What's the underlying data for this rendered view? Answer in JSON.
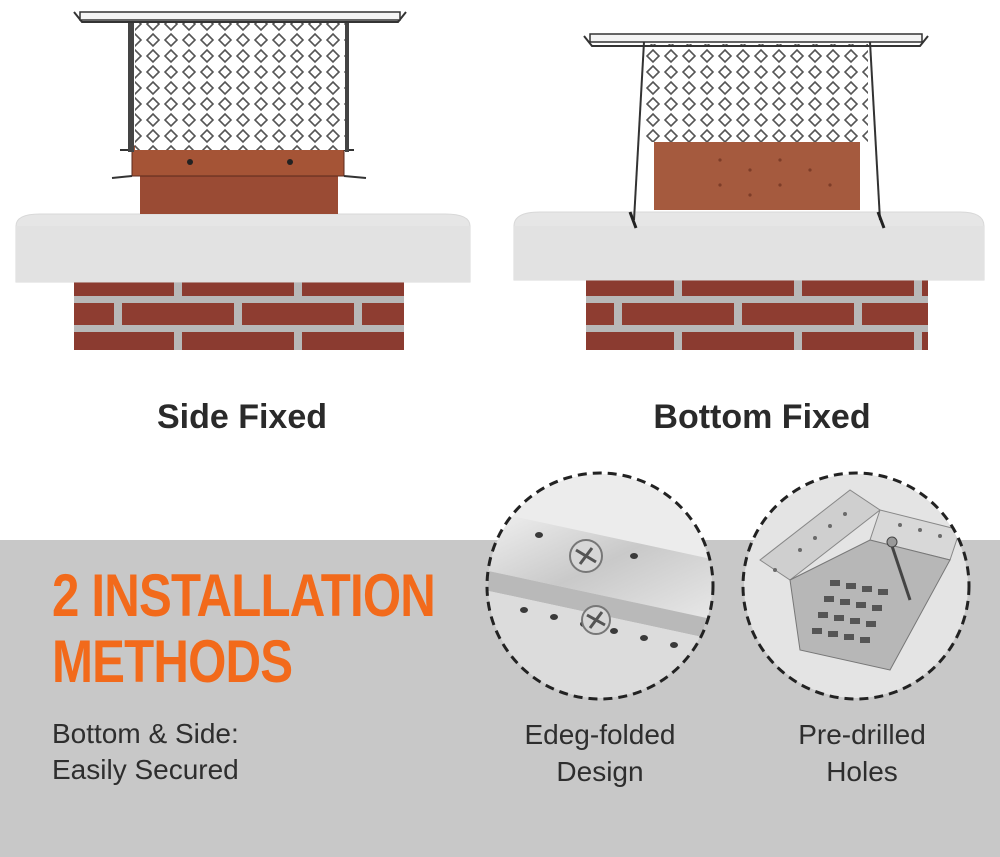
{
  "methods": {
    "side": {
      "label": "Side Fixed"
    },
    "bottom": {
      "label": "Bottom Fixed"
    }
  },
  "headline": {
    "line1": "2 INSTALLATION",
    "line2": "METHODS"
  },
  "subtext": {
    "line1": "Bottom & Side:",
    "line2": "Easily Secured"
  },
  "details": [
    {
      "line1": "Edeg-folded",
      "line2": "Design",
      "icon": "folded-edge-screw-closeup"
    },
    {
      "line1": "Pre-drilled",
      "line2": "Holes",
      "icon": "drilled-holes-cage-closeup"
    }
  ],
  "colors": {
    "accent": "#f26a1b",
    "panel": "#c8c8c8",
    "brick": "#8e3d31",
    "copper": "#9a4b34",
    "crown": "#e4e4e4",
    "text": "#2e2e2e"
  }
}
